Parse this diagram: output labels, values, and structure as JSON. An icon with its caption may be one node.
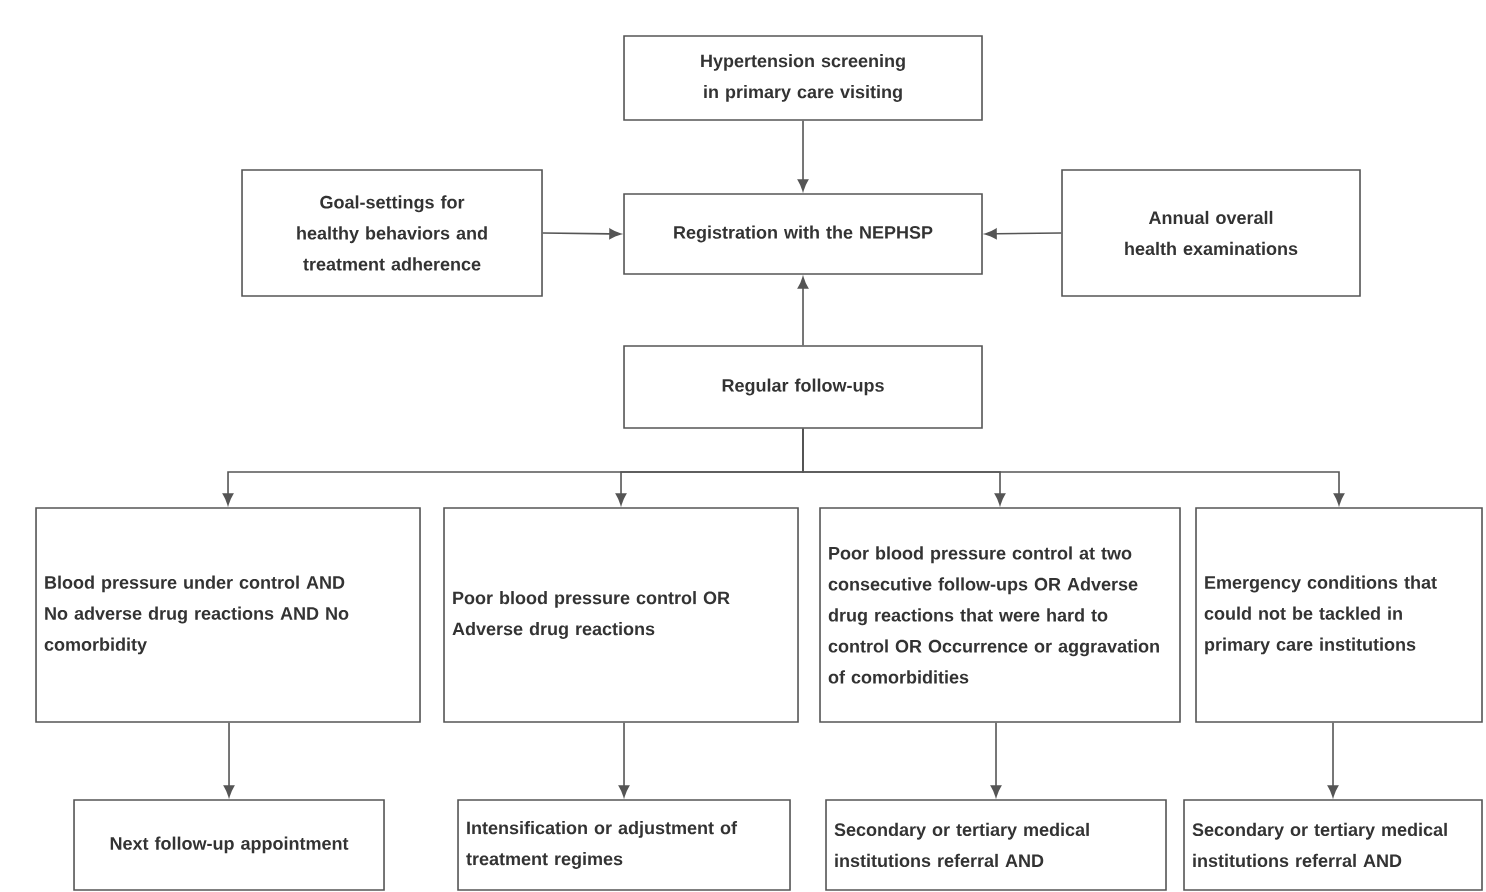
{
  "diagram": {
    "nodes": [
      {
        "text": [
          "Hypertension screening in primary care visiting"
        ]
      },
      {
        "text": [
          "Registration with the NEPHSP"
        ]
      },
      {
        "text": [
          "Goal-settings for healthy behaviors and treatment adherence"
        ]
      },
      {
        "text": [
          "Annual overall health examinations"
        ]
      },
      {
        "text": [
          "Regular follow-ups"
        ]
      },
      {
        "text": [
          "Blood pressure under control AND No adverse drug reactions AND No comorbidity"
        ]
      },
      {
        "text": [
          "Poor blood pressure control OR Adverse drug reactions"
        ]
      },
      {
        "text": [
          "Poor blood pressure control at two consecutive follow-ups OR Adverse drug reactions that were hard to control OR Occurrence or aggravation of comorbidities"
        ]
      },
      {
        "text": [
          "Emergency conditions that could not be tackled in primary care institutions"
        ]
      },
      {
        "text": [
          "Next follow-up appointment"
        ]
      },
      {
        "text": [
          "Intensification or adjustment of treatment regimes"
        ]
      },
      {
        "text": [
          "Secondary or tertiary medical institutions referral AND"
        ]
      },
      {
        "text": [
          "Secondary or tertiary medical institutions referral AND"
        ]
      }
    ],
    "edges": [
      {
        "from": 0,
        "to": 1,
        "arrow": "to"
      },
      {
        "from": 2,
        "to": 1,
        "arrow": "to"
      },
      {
        "from": 3,
        "to": 1,
        "arrow": "to"
      },
      {
        "from": 4,
        "to": 1,
        "arrow": "to"
      },
      {
        "from": 4,
        "to": 5,
        "arrow": "to"
      },
      {
        "from": 4,
        "to": 6,
        "arrow": "to"
      },
      {
        "from": 4,
        "to": 7,
        "arrow": "to"
      },
      {
        "from": 4,
        "to": 8,
        "arrow": "to"
      },
      {
        "from": 5,
        "to": 9,
        "arrow": "to"
      },
      {
        "from": 6,
        "to": 10,
        "arrow": "to"
      },
      {
        "from": 7,
        "to": 11,
        "arrow": "to"
      },
      {
        "from": 8,
        "to": 12,
        "arrow": "to"
      }
    ]
  }
}
